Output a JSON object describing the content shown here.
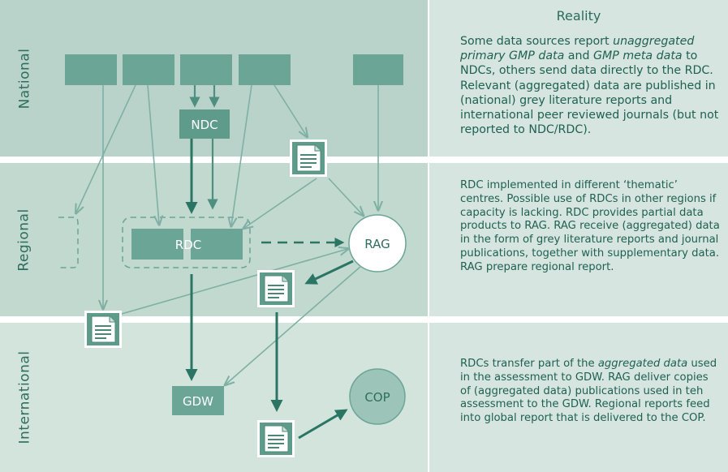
{
  "levels": {
    "national": "National",
    "regional": "Regional",
    "international": "International"
  },
  "nodes": {
    "ndc": "NDC",
    "rdc": "RDC",
    "rag": "RAG",
    "gdw": "GDW",
    "cop": "COP"
  },
  "reality": {
    "title": "Reality",
    "national_parts": [
      {
        "text": "Some data sources report ",
        "italic": false
      },
      {
        "text": "unaggregated primary GMP data",
        "italic": true
      },
      {
        "text": " and ",
        "italic": false
      },
      {
        "text": "GMP meta data",
        "italic": true
      },
      {
        "text": " to NDCs, others send data directly to the RDC. Relevant (aggregated) data are published in (national) grey literature reports and international peer reviewed journals (but not reported to NDC/RDC).",
        "italic": false
      }
    ],
    "regional": "RDC implemented in different ‘thematic’ centres. Possible use of RDCs in other regions if capacity is lacking. RDC provides partial data products to RAG. RAG receive (aggregated) data in the form of grey literature reports and journal publications, together with supplementary data. RAG prepare regional report.",
    "international_parts": [
      {
        "text": "RDCs transfer part of the ",
        "italic": false
      },
      {
        "text": "aggregated data",
        "italic": true
      },
      {
        "text": " used in the assessment to GDW. RAG deliver copies of (aggregated data) publications used in teh assessment to the GDW. Regional reports feed into global report that is delivered to the COP.",
        "italic": false
      }
    ]
  },
  "colors": {
    "band_dark": "#b5d1c8",
    "band_mid": "#c5dbd3",
    "band_light": "#d6e5df",
    "node_fill": "#6aa596",
    "arrow_dark": "#2a7563",
    "arrow_light": "#7fb0a3",
    "text": "#1f6150"
  }
}
